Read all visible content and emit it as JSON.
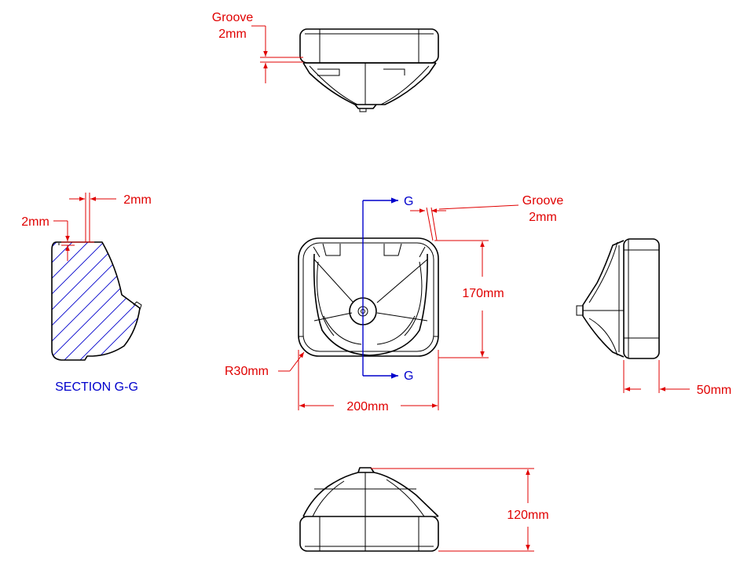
{
  "annotations": {
    "top_groove": [
      "Groove",
      "2mm"
    ],
    "front_groove": [
      "Groove",
      "2mm"
    ],
    "section_top_dim": "2mm",
    "section_side_dim": "2mm",
    "height_dim": "170mm",
    "width_dim": "200mm",
    "radius_dim": "R30mm",
    "depth_dim": "50mm",
    "bottom_height_dim": "120mm",
    "section_marker_top": "G",
    "section_marker_bottom": "G",
    "section_title": "SECTION G-G"
  },
  "colors": {
    "dimension": "#e00000",
    "section": "#0000cc",
    "outline": "#000000"
  }
}
